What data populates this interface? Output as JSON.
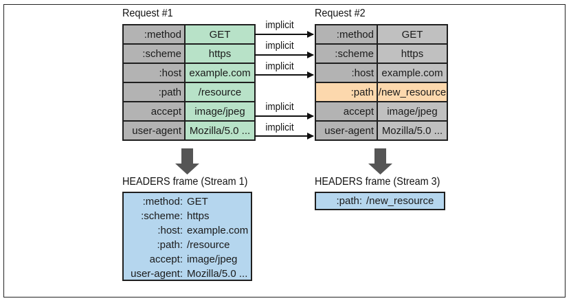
{
  "request1": {
    "title": "Request #1",
    "rows": [
      {
        "key": ":method",
        "value": "GET"
      },
      {
        "key": ":scheme",
        "value": "https"
      },
      {
        "key": ":host",
        "value": "example.com"
      },
      {
        "key": ":path",
        "value": "/resource"
      },
      {
        "key": "accept",
        "value": "image/jpeg"
      },
      {
        "key": "user-agent",
        "value": "Mozilla/5.0 ..."
      }
    ]
  },
  "request2": {
    "title": "Request #2",
    "rows": [
      {
        "key": ":method",
        "value": "GET"
      },
      {
        "key": ":scheme",
        "value": "https"
      },
      {
        "key": ":host",
        "value": "example.com"
      },
      {
        "key": ":path",
        "value": "/new_resource"
      },
      {
        "key": "accept",
        "value": "image/jpeg"
      },
      {
        "key": "user-agent",
        "value": "Mozilla/5.0 ..."
      }
    ]
  },
  "implicit_label": "implicit",
  "frame1": {
    "title": "HEADERS frame (Stream 1)",
    "rows": [
      {
        "key": ":method:",
        "value": "GET"
      },
      {
        "key": ":scheme:",
        "value": "https"
      },
      {
        "key": ":host:",
        "value": "example.com"
      },
      {
        "key": ":path:",
        "value": "/resource"
      },
      {
        "key": "accept:",
        "value": "image/jpeg"
      },
      {
        "key": "user-agent:",
        "value": "Mozilla/5.0 ..."
      }
    ]
  },
  "frame2": {
    "title": "HEADERS frame (Stream 3)",
    "rows": [
      {
        "key": ":path:",
        "value": "/new_resource"
      }
    ]
  },
  "colors": {
    "header_key": "#b3b3b3",
    "request1_value": "#b8e2c8",
    "request2_value": "#c0c0c0",
    "changed_row": "#fcd8ad",
    "frame_box": "#b5d6ee",
    "down_arrow": "#555555"
  }
}
